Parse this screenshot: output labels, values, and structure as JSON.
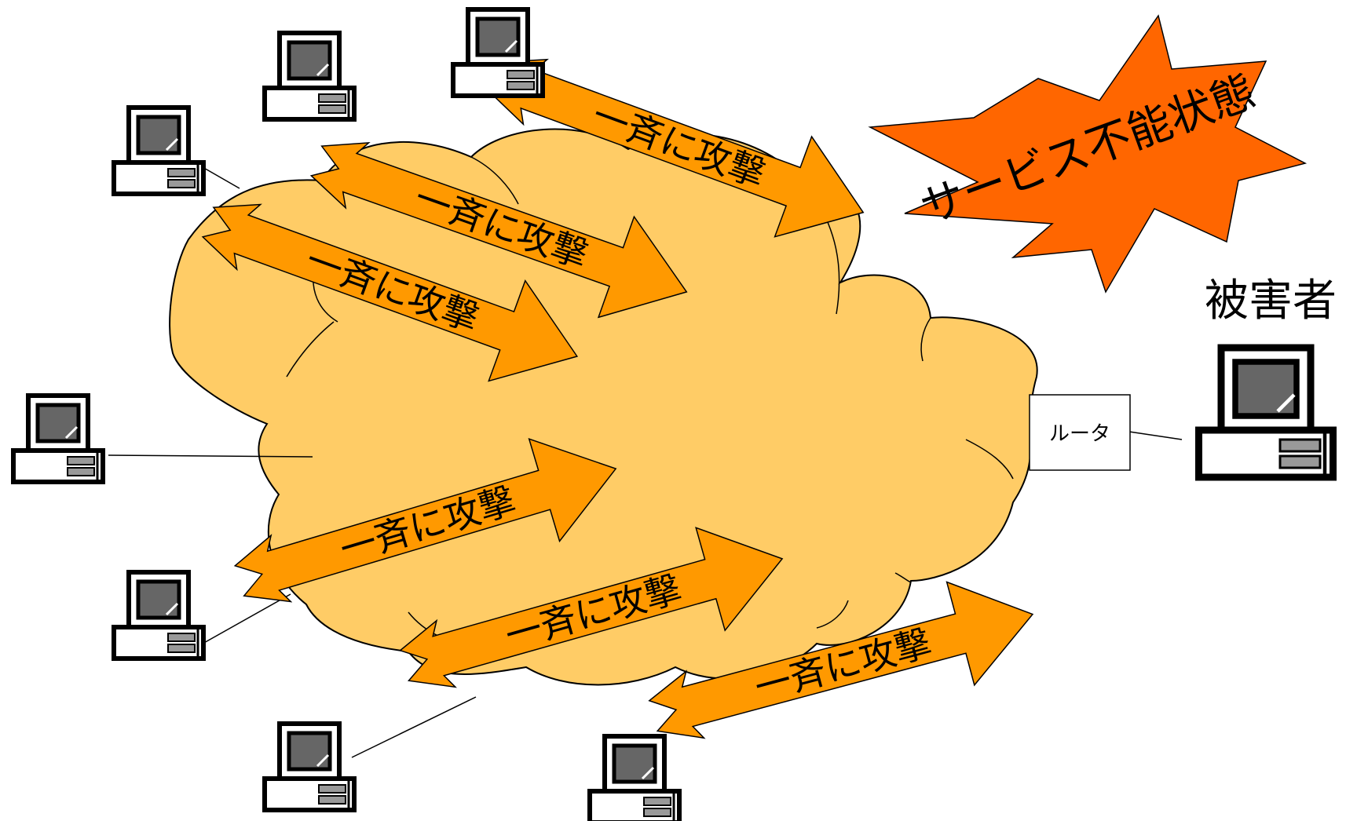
{
  "diagram": {
    "attack_arrow_label": "一斉に攻撃",
    "burst_label": "サービス不能状態",
    "victim_label": "被害者",
    "router_label": "ルータ",
    "attacker_icon": "computer-icon",
    "victim_icon": "computer-icon"
  },
  "colors": {
    "cloud_fill": "#FFCC66",
    "arrow_fill": "#FF9900",
    "burst_fill": "#FF6600",
    "outline": "#000000",
    "screen": "#666666"
  }
}
